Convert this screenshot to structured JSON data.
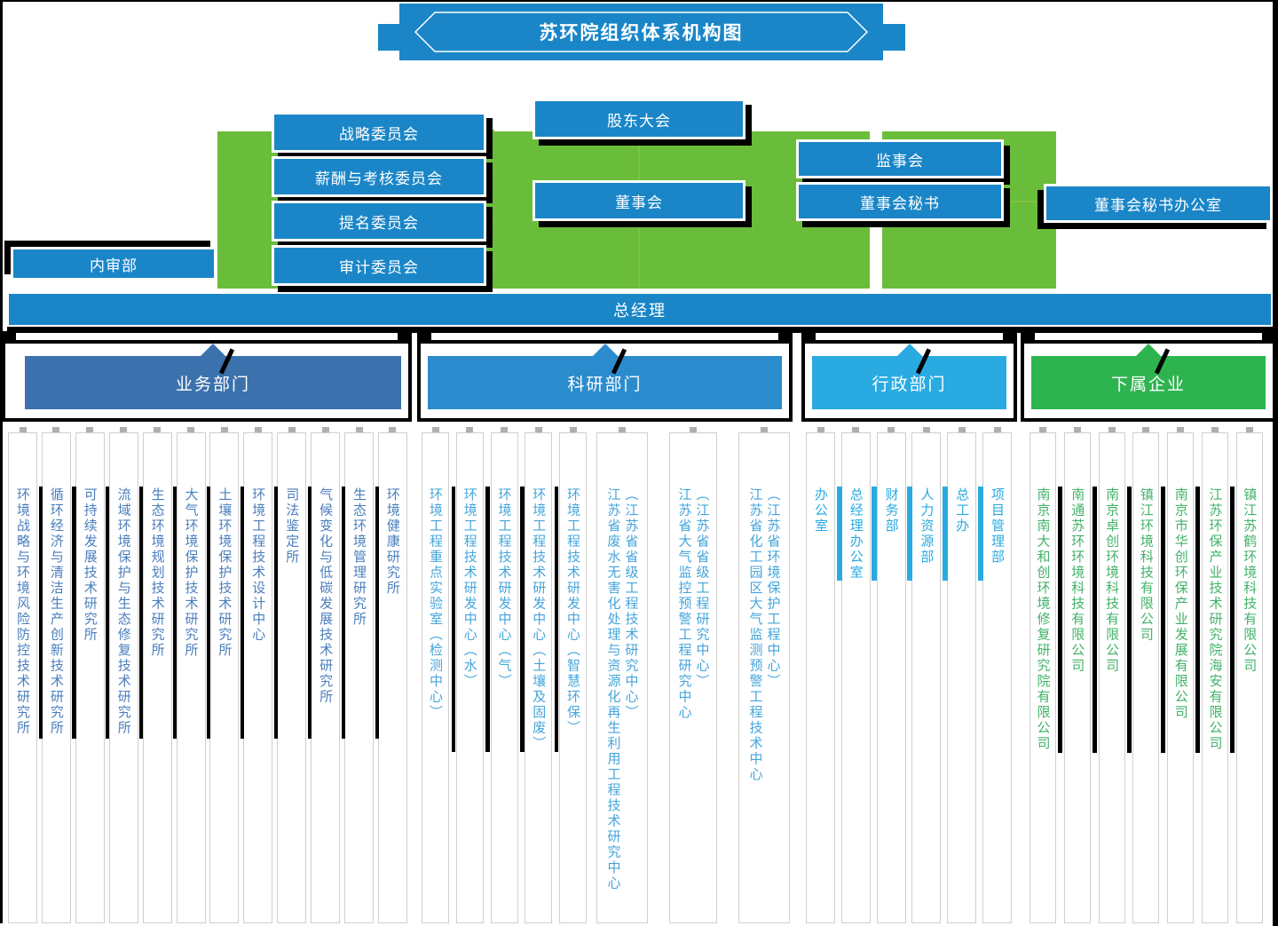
{
  "title": "苏环院组织体系机构图",
  "governance": {
    "shareholders_meeting": "股东大会",
    "board_of_directors": "董事会",
    "supervisory_board": "监事会",
    "board_secretary": "董事会秘书",
    "board_secretary_office": "董事会秘书办公室",
    "internal_audit_dept": "内审部",
    "general_manager": "总经理",
    "committees": [
      "战略委员会",
      "薪酬与考核委员会",
      "提名委员会",
      "审计委员会"
    ]
  },
  "groups": [
    {
      "id": "business",
      "label": "业务部门",
      "header_color": "#3b71ac",
      "text_color": "#4a7ebd",
      "divider_color": "#000000",
      "items": [
        "环境战略与环境风险防控技术研究所",
        "循环经济与清洁生产创新技术研究所",
        "可持续发展技术研究所",
        "流域环境保护与生态修复技术研究所",
        "生态环境规划技术研究所",
        "大气环境保护技术研究所",
        "土壤环境保护技术研究所",
        "环境工程技术设计中心",
        "司法鉴定所",
        "气候变化与低碳发展技术研究所",
        "生态环境管理研究所",
        "环境健康研究所"
      ]
    },
    {
      "id": "research",
      "label": "科研部门",
      "header_color": "#2b8ccd",
      "text_color": "#45a5db",
      "divider_color": "#000000",
      "items": [
        "环境工程重点实验室（检测中心）",
        "环境工程技术研发中心（水）",
        "环境工程技术研发中心（气）",
        "环境工程技术研发中心（土壤及固废）",
        "环境工程技术研发中心（智慧环保）",
        "江苏省废水无害化处理与资源化再生利用工程技术研究中心（江苏省省级工程技术研究中心）",
        "江苏省大气监控预警工程研究中心（江苏省省级工程研究中心）",
        "江苏省化工园区大气监测预警工程技术中心（江苏省环境保护工程中心）"
      ]
    },
    {
      "id": "admin",
      "label": "行政部门",
      "header_color": "#29abe2",
      "text_color": "#29abe2",
      "divider_color": "#29abe2",
      "items": [
        "办公室",
        "总经理办公室",
        "财务部",
        "人力资源部",
        "总工办",
        "项目管理部"
      ]
    },
    {
      "id": "enterprise",
      "label": "下属企业",
      "header_color": "#2eb44f",
      "text_color": "#42b268",
      "divider_color": "#000000",
      "items": [
        "南京南大和创环境修复研究院有限公司",
        "南通苏环环境科技有限公司",
        "南京卓创环境科技有限公司",
        "镇江环境科技有限公司",
        "南京市华创环保产业发展有限公司",
        "江苏环保产业技术研究院海安有限公司",
        "镇江苏鹤环境科技有限公司"
      ]
    }
  ],
  "colors": {
    "box_blue": "#1a86c8",
    "panel_green": "#6abd3a",
    "frame_black": "#000000"
  }
}
